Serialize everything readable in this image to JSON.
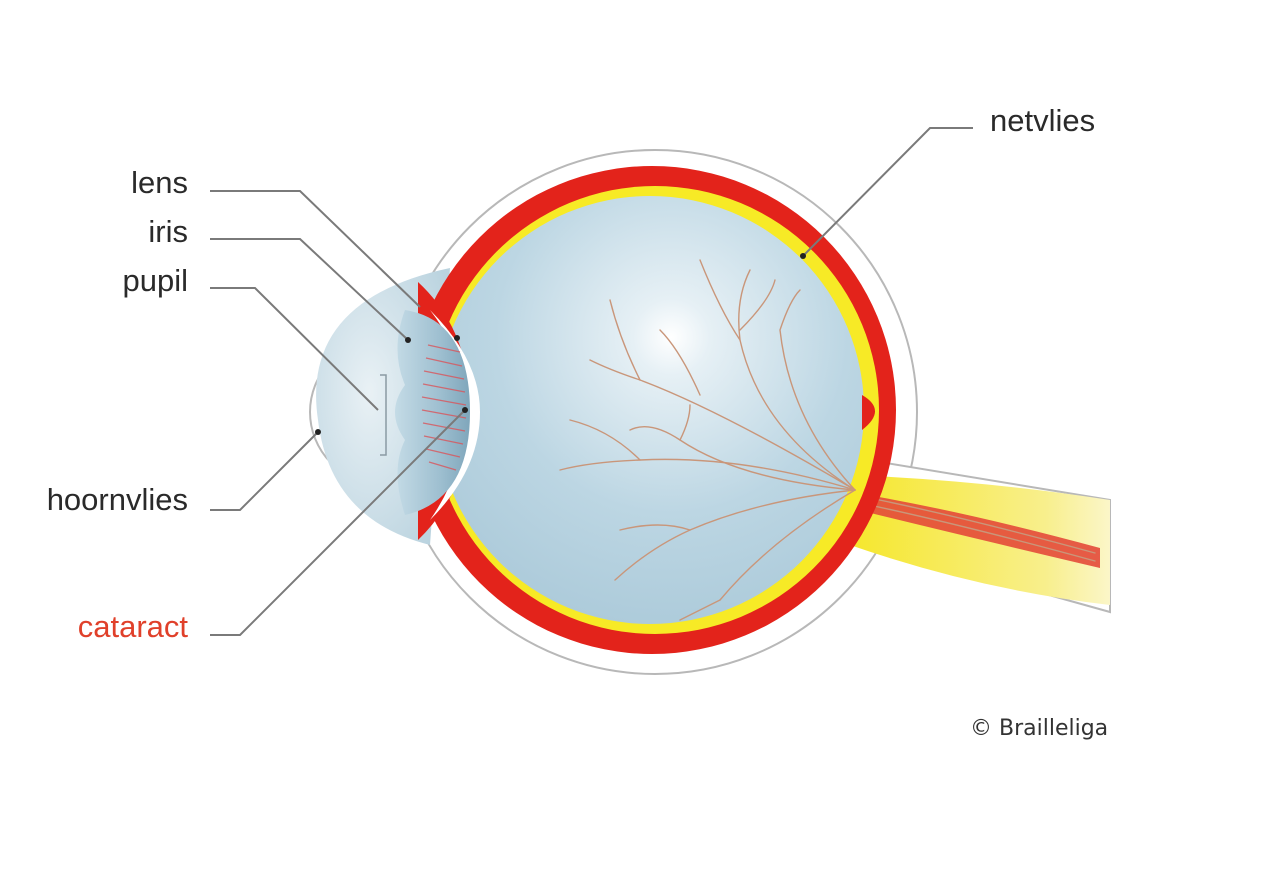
{
  "labels": {
    "lens": "lens",
    "iris": "iris",
    "pupil": "pupil",
    "hoornvlies": "hoornvlies",
    "cataract": "cataract",
    "netvlies": "netvlies"
  },
  "credit": "© Brailleliga",
  "colors": {
    "sclera": "#e3231b",
    "choroid_yellow": "#f7ea26",
    "vitreous": "#bcd6e3",
    "cornea": "#d2e3ec",
    "optic_nerve": "#f8ee7a",
    "accent_label": "#e0402a",
    "vessels": "#c9967a"
  }
}
